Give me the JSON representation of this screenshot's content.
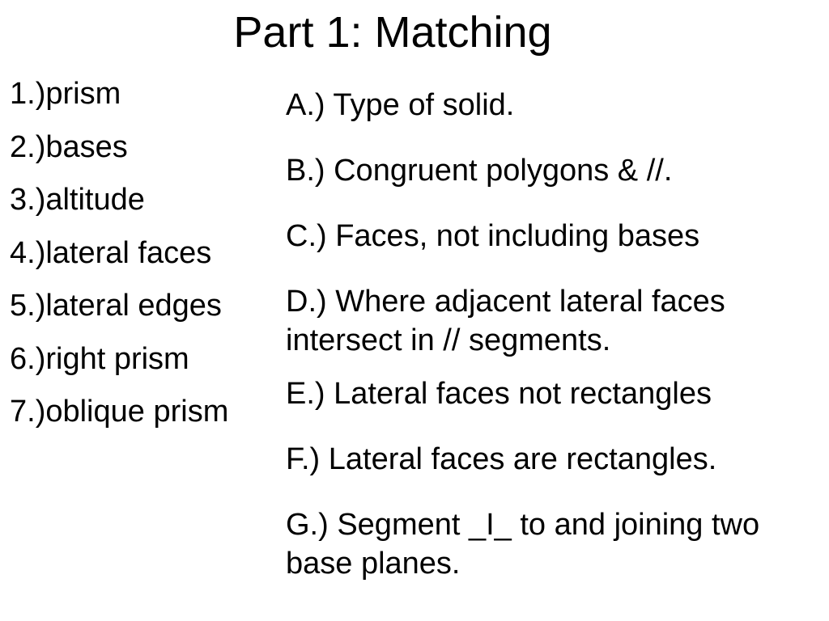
{
  "title": "Part 1: Matching",
  "terms": [
    "1.)prism",
    "2.)bases",
    "3.)altitude",
    "4.)lateral faces",
    "5.)lateral edges",
    "6.)right prism",
    "7.)oblique prism"
  ],
  "definitions": [
    "A.) Type of solid.",
    "B.) Congruent polygons & //.",
    "C.) Faces, not including bases",
    "D.) Where adjacent lateral faces intersect in // segments.",
    "E.) Lateral faces not rectangles",
    "F.) Lateral faces are rectangles.",
    "G.) Segment _I_ to and joining two base planes."
  ]
}
